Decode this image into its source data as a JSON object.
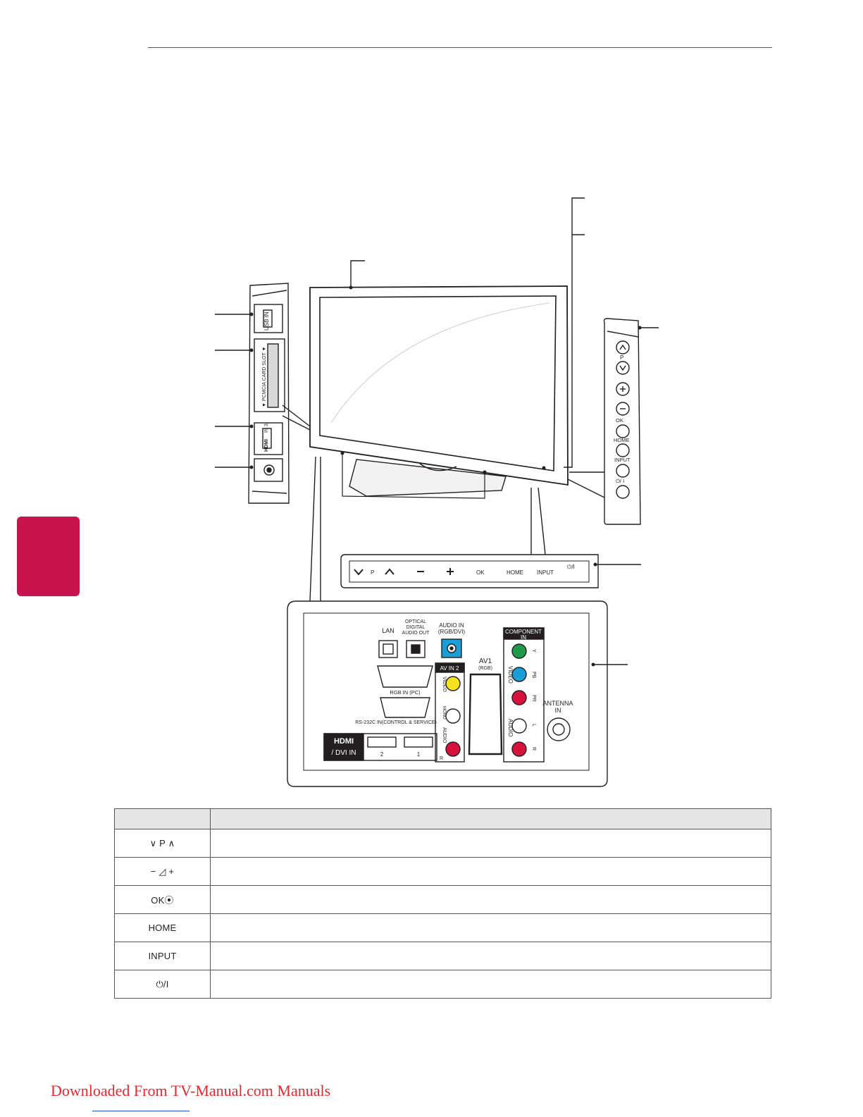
{
  "footer": {
    "link_text": "Downloaded From TV-Manual.com Manuals"
  },
  "diagram": {
    "side_panel": {
      "usb": "USB IN",
      "pcmcia": "▼ PCMCIA CARD SLOT ▼",
      "hdmi3": "IN 3",
      "hdmi_logo": "HDMI"
    },
    "right_panel": {
      "p": "P",
      "ok": "OK",
      "home": "HOME",
      "input": "INPUT",
      "power": "⏻/ I"
    },
    "bottom_bar": {
      "p": "P",
      "ok": "OK",
      "home": "HOME",
      "input": "INPUT",
      "power": "⏻/I"
    },
    "rear": {
      "lan": "LAN",
      "optical_1": "OPTICAL",
      "optical_2": "DIGITAL",
      "optical_3": "AUDIO OUT",
      "audio_in_1": "AUDIO IN",
      "audio_in_2": "(RGB/DVI)",
      "rgb_in": "RGB IN (PC)",
      "rs232": "RS-232C IN(CONTROL & SERVICE)",
      "hdmi_logo": "HDMI",
      "dvi_in": "/ DVI IN",
      "hdmi_port_2": "2",
      "hdmi_port_1": "1",
      "av_in2": "AV IN 2",
      "video": "VIDEO",
      "mono": "MONO",
      "audio": "AUDIO",
      "r": "R",
      "av1": "AV1",
      "av1_sub": "(RGB)",
      "component_1": "COMPONENT",
      "component_2": "IN",
      "y": "Y",
      "pb": "PB",
      "pr": "PR",
      "l": "L",
      "antenna_1": "ANTENNA",
      "antenna_2": "IN"
    }
  },
  "button_table": {
    "rows": [
      {
        "button": "∨ P ∧",
        "description": ""
      },
      {
        "button": "− ◿ +",
        "description": ""
      },
      {
        "button": "OK⦿",
        "description": ""
      },
      {
        "button": "HOME",
        "description": ""
      },
      {
        "button": "INPUT",
        "description": ""
      },
      {
        "button": "⏻/I",
        "description": ""
      }
    ]
  },
  "colors": {
    "accent": "#c8134f",
    "rule": "#c81e5a",
    "link": "#e8262d"
  }
}
